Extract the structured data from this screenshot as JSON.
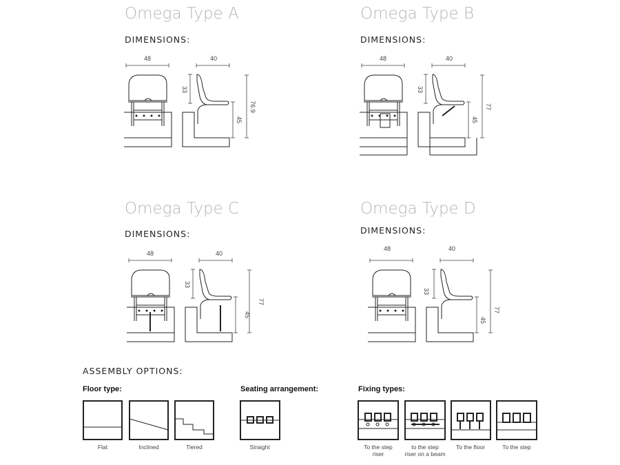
{
  "sections": [
    {
      "title": "Omega Type A",
      "dimensions_label": "DIMENSIONS:",
      "width": "48",
      "depth": "40",
      "back_height": "33",
      "seat_height": "45",
      "total_height": "76.9"
    },
    {
      "title": "Omega Type B",
      "dimensions_label": "DIMENSIONS:",
      "width": "48",
      "depth": "40",
      "back_height": "33",
      "seat_height": "45",
      "total_height": "77"
    },
    {
      "title": "Omega Type C",
      "dimensions_label": "DIMENSIONS:",
      "width": "48",
      "depth": "40",
      "back_height": "33",
      "seat_height": "45",
      "total_height": "77"
    },
    {
      "title": "Omega Type D",
      "dimensions_label": "DIMENSIONS:",
      "width": "48",
      "depth": "40",
      "back_height": "33",
      "seat_height": "45",
      "total_height": "77"
    }
  ],
  "assembly": {
    "title": "ASSEMBLY OPTIONS:",
    "floor_type": {
      "heading": "Floor type:",
      "options": [
        "Flat",
        "Inclined",
        "Tiered"
      ]
    },
    "seating": {
      "heading": "Seating arrangement:",
      "options": [
        "Straight"
      ]
    },
    "fixing": {
      "heading": "Fixing  types:",
      "options": [
        [
          "To the step",
          "riser"
        ],
        [
          "to the step",
          "riser on a beam"
        ],
        [
          "To the floor"
        ],
        [
          "To the step"
        ]
      ]
    }
  }
}
